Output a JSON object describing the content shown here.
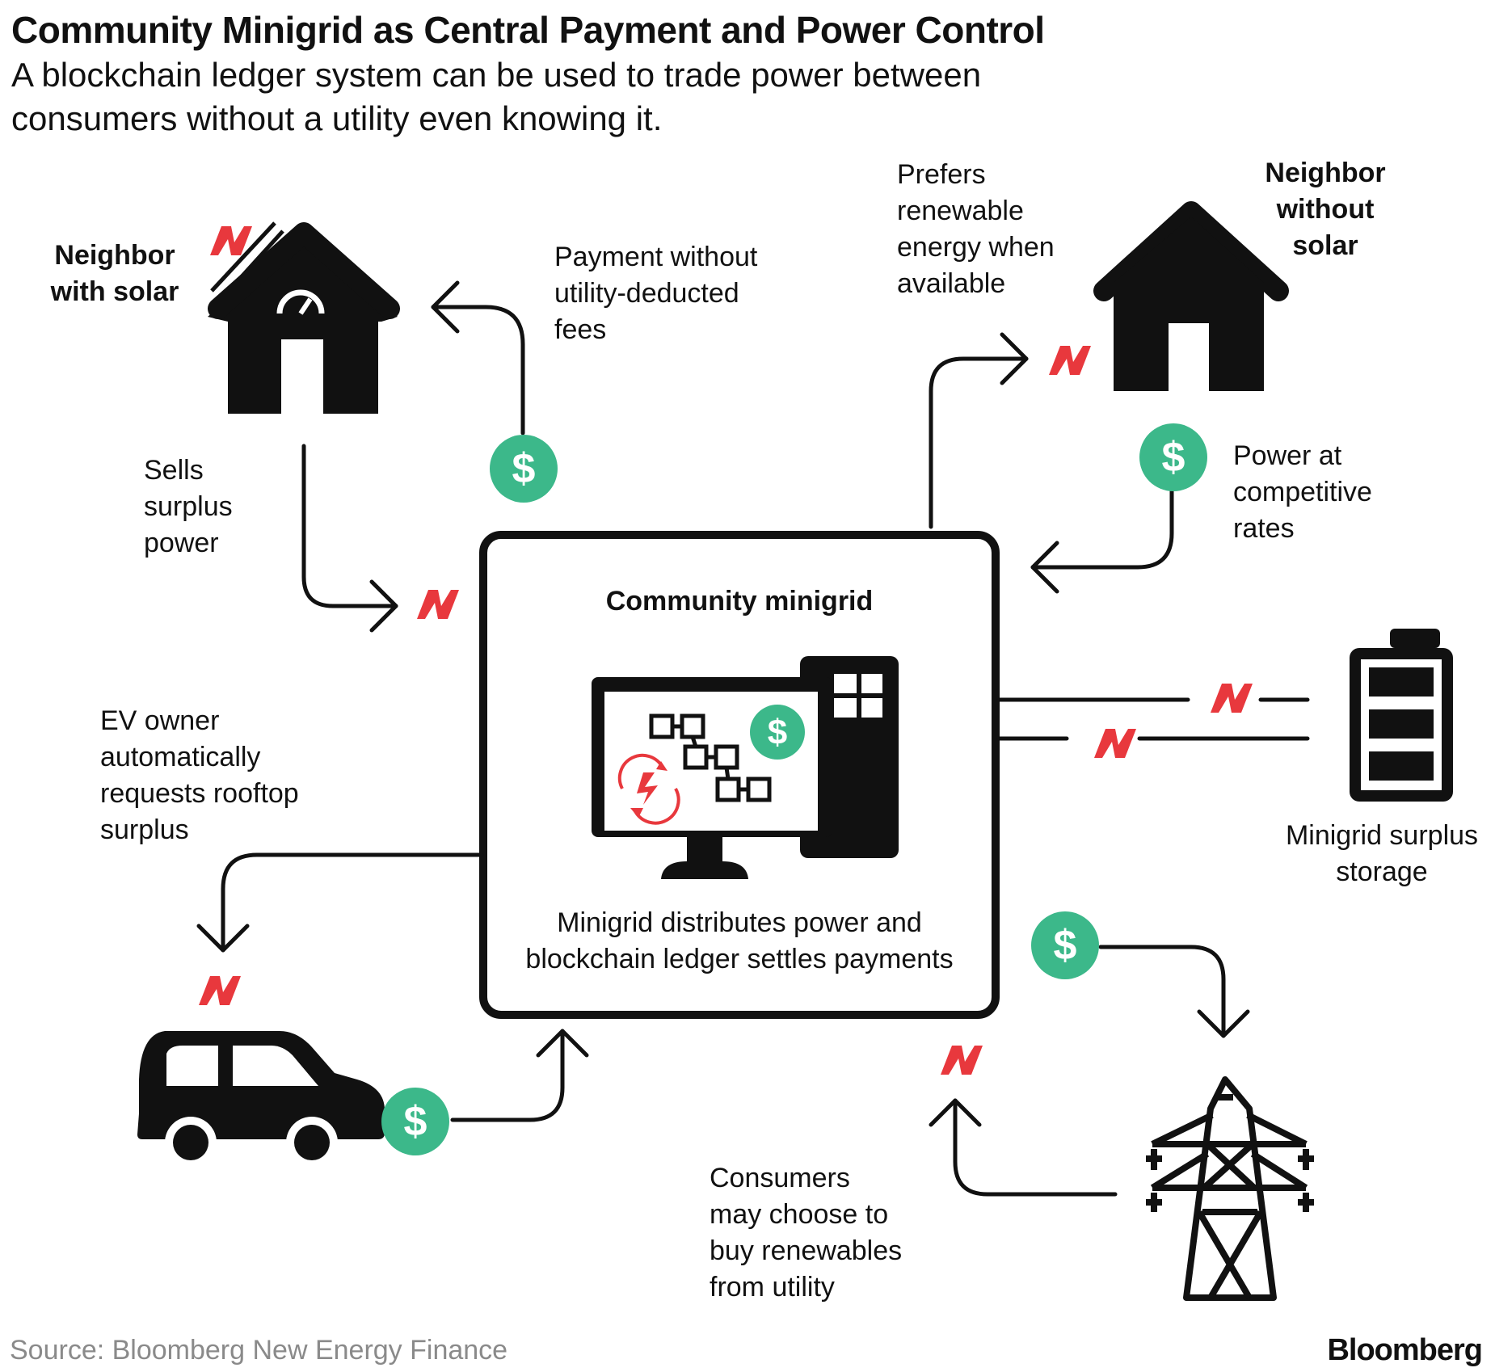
{
  "header": {
    "title": "Community Minigrid as Central Payment and Power Control",
    "subtitle": "A blockchain ledger system can be used to trade power between consumers without a utility even knowing it."
  },
  "nodes": {
    "neighbor_solar": "Neighbor\nwith solar",
    "neighbor_no_solar": "Neighbor\nwithout\nsolar",
    "minigrid_title": "Community minigrid",
    "minigrid_caption": "Minigrid distributes power and\nblockchain ledger settles payments",
    "storage": "Minigrid surplus\nstorage"
  },
  "annotations": {
    "payment": "Payment without\nutility-deducted\nfees",
    "prefers": "Prefers\nrenewable\nenergy when\navailable",
    "sells": "Sells\nsurplus\npower",
    "power_rates": "Power at\ncompetitive\nrates",
    "ev_owner": "EV owner\nautomatically\nrequests rooftop\nsurplus",
    "consumers": "Consumers\nmay choose to\nbuy renewables\nfrom utility"
  },
  "footer": {
    "source": "Source: Bloomberg New Energy Finance",
    "brand": "Bloomberg"
  },
  "colors": {
    "ink": "#111111",
    "bolt": "#e8383d",
    "dollar": "#3cb88a"
  },
  "icons": [
    "house-solar-icon",
    "house-icon",
    "computer-icon",
    "battery-icon",
    "car-icon",
    "pylon-icon",
    "dollar-icon",
    "bolt-icon",
    "arrow-icon"
  ]
}
